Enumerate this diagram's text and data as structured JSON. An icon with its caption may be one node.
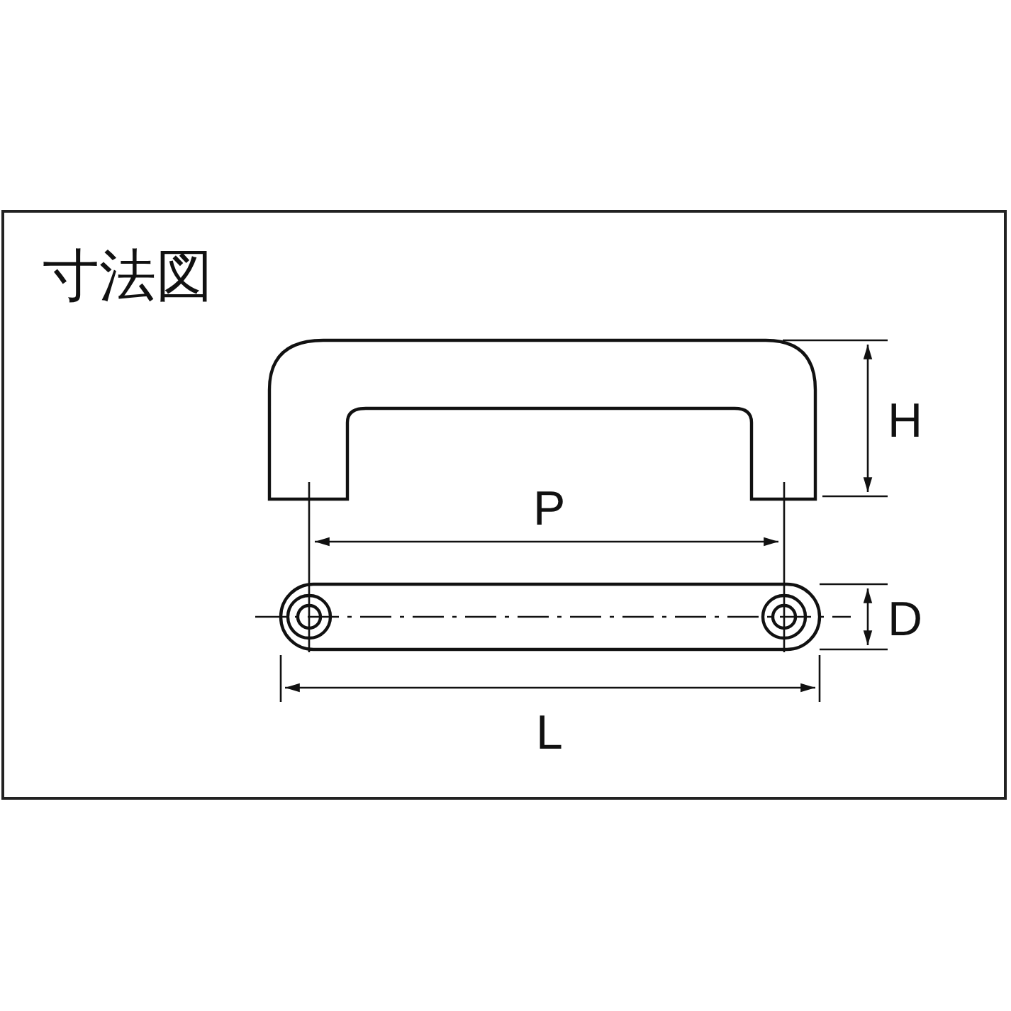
{
  "diagram": {
    "title": "寸法図",
    "labels": [
      "H",
      "P",
      "D",
      "L"
    ]
  }
}
